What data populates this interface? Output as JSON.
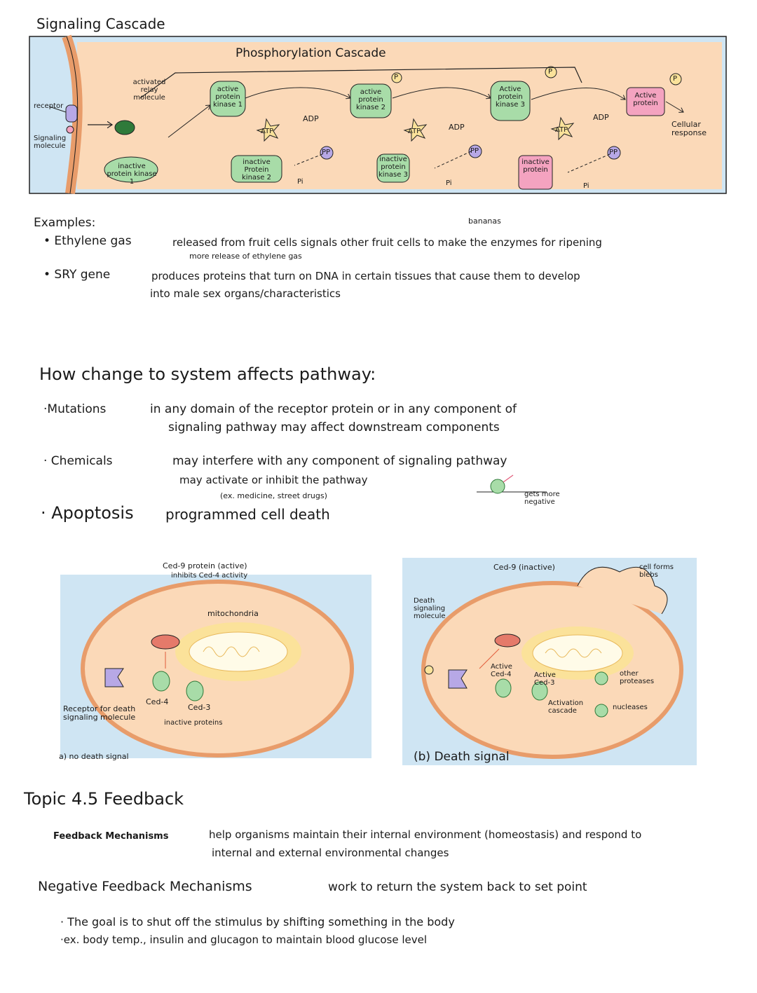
{
  "page_title": "Signaling Cascade",
  "cascade": {
    "heading": "Phosphorylation Cascade",
    "receptor": "receptor",
    "signaling_molecule": "Signaling molecule",
    "activated_relay": "activated relay molecule",
    "inactive_pk1": "inactive protein kinase 1",
    "active_pk1": "active protein kinase 1",
    "inactive_pk2": "inactive Protein kinase 2",
    "active_pk2": "active protein kinase 2",
    "inactive_pk3": "inactive protein kinase 3",
    "active_pk3": "Active protein kinase 3",
    "inactive_protein": "inactive protein",
    "active_protein": "Active protein",
    "cellular_response": "Cellular response",
    "atp": "ATP",
    "adp": "ADP",
    "pp": "PP",
    "p": "P",
    "pi": "Pi"
  },
  "examples": {
    "heading": "Examples:",
    "bananas": "bananas",
    "ethylene_term": "• Ethylene gas",
    "ethylene_text": "released from fruit cells signals other fruit cells to make the enzymes for ripening",
    "ethylene_sub": "more release of ethylene gas",
    "sry_term": "• SRY gene",
    "sry_text": "produces proteins that turn on DNA in certain tissues that cause them to develop",
    "sry_text2": "into male sex organs/characteristics"
  },
  "changes": {
    "heading": "How change to system affects pathway:",
    "mutations_term": "·Mutations",
    "mutations_text": "in any domain of the receptor protein or in any component of",
    "mutations_text2": "signaling pathway may affect downstream components",
    "chemicals_term": "· Chemicals",
    "chemicals_text": "may interfere with any component of signaling pathway",
    "chemicals_text2": "may activate or inhibit the pathway",
    "chemicals_text3": "(ex. medicine, street drugs)",
    "gets_more_negative": "gets more negative",
    "apoptosis_term": "· Apoptosis",
    "apoptosis_text": "programmed cell death"
  },
  "cell_a": {
    "ced9_label": "Ced-9 protein (active)",
    "ced9_sub": "inhibits Ced-4 activity",
    "mitochondria": "mitochondria",
    "ced4": "Ced-4",
    "ced3": "Ced-3",
    "inactive_proteins": "inactive proteins",
    "receptor_label": "Receptor for death signaling molecule",
    "caption": "a) no death signal"
  },
  "cell_b": {
    "ced9_label": "Ced-9 (inactive)",
    "cell_forms_blebs": "cell forms blebs",
    "death_signal_mol": "Death signaling molecule",
    "active_ced4": "Active Ced-4",
    "active_ced3": "Active Ced-3",
    "activation_cascade": "Activation cascade",
    "other_proteases": "other proteases",
    "nucleases": "nucleases",
    "caption": "(b) Death signal"
  },
  "feedback": {
    "topic": "Topic 4.5 Feedback",
    "mech_term": "Feedback Mechanisms",
    "mech_text": "help organisms maintain their internal environment (homeostasis) and respond to",
    "mech_text2": "internal and external environmental changes",
    "neg_term": "Negative Feedback Mechanisms",
    "neg_text": "work to return the system back to set point",
    "bullet1": "· The goal is to shut off the stimulus by shifting something in the body",
    "bullet2": "·ex. body temp., insulin and glucagon to maintain blood glucose level"
  },
  "colors": {
    "peach": "#fbd9b8",
    "blue": "#cfe5f3",
    "green": "#a8dca8",
    "dark_green": "#2f7a3a",
    "yellow": "#fbe29a",
    "pink": "#f4a3c0",
    "purple": "#b7a8e6",
    "red": "#e57a6a"
  }
}
